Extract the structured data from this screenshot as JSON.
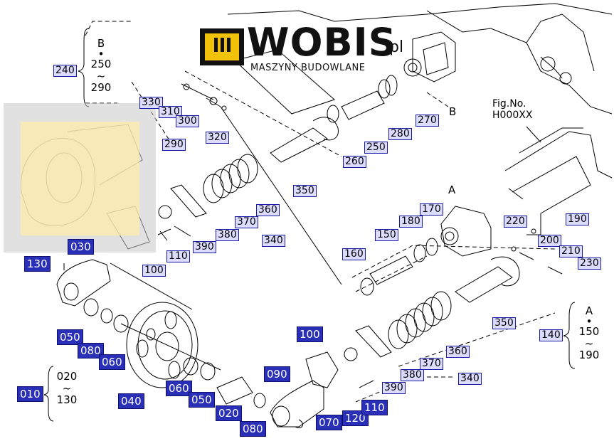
{
  "logo": {
    "brand": "WOBIS",
    "tld": ".pl",
    "tagline": "MASZYNY BUDOWLANE"
  },
  "figure_ref": {
    "label": "Fig.No.",
    "code": "H000XX"
  },
  "markers": {
    "a": "A",
    "b": "B"
  },
  "ranges": {
    "b_group": {
      "head": "B",
      "bullet": "•",
      "from": "250",
      "tilde": "~",
      "to": "290"
    },
    "a_group": {
      "head": "A",
      "bullet": "•",
      "from": "150",
      "tilde": "~",
      "to": "190"
    },
    "main_group": {
      "from": "020",
      "tilde": "~",
      "to": "130"
    }
  },
  "part_labels": {
    "p240": "240",
    "p330": "330",
    "p310": "310",
    "p300": "300",
    "p320": "320",
    "p290": "290",
    "p270": "270",
    "p280": "280",
    "p250": "250",
    "p260": "260",
    "p350_top": "350",
    "p360_top": "360",
    "p370_top": "370",
    "p380_top": "380",
    "p390_top": "390",
    "p340_top": "340",
    "p110_top": "110",
    "p100_top": "100",
    "p030": "030",
    "p130": "130",
    "p170": "170",
    "p180": "180",
    "p150": "150",
    "p160": "160",
    "p220": "220",
    "p200": "200",
    "p210": "210",
    "p230": "230",
    "p190": "190",
    "p350_bot": "350",
    "p140": "140",
    "p360_bot": "360",
    "p370_bot": "370",
    "p380_bot": "380",
    "p390_bot": "390",
    "p340_bot": "340",
    "p110_bot": "110",
    "p120": "120",
    "p070": "070",
    "p080_bot": "080",
    "p020": "020",
    "p050_bot": "050",
    "p060_bot": "060",
    "p040": "040",
    "p060_top": "060",
    "p080_top": "080",
    "p050_top": "050",
    "p100_bot": "100",
    "p090": "090",
    "p010": "010"
  }
}
